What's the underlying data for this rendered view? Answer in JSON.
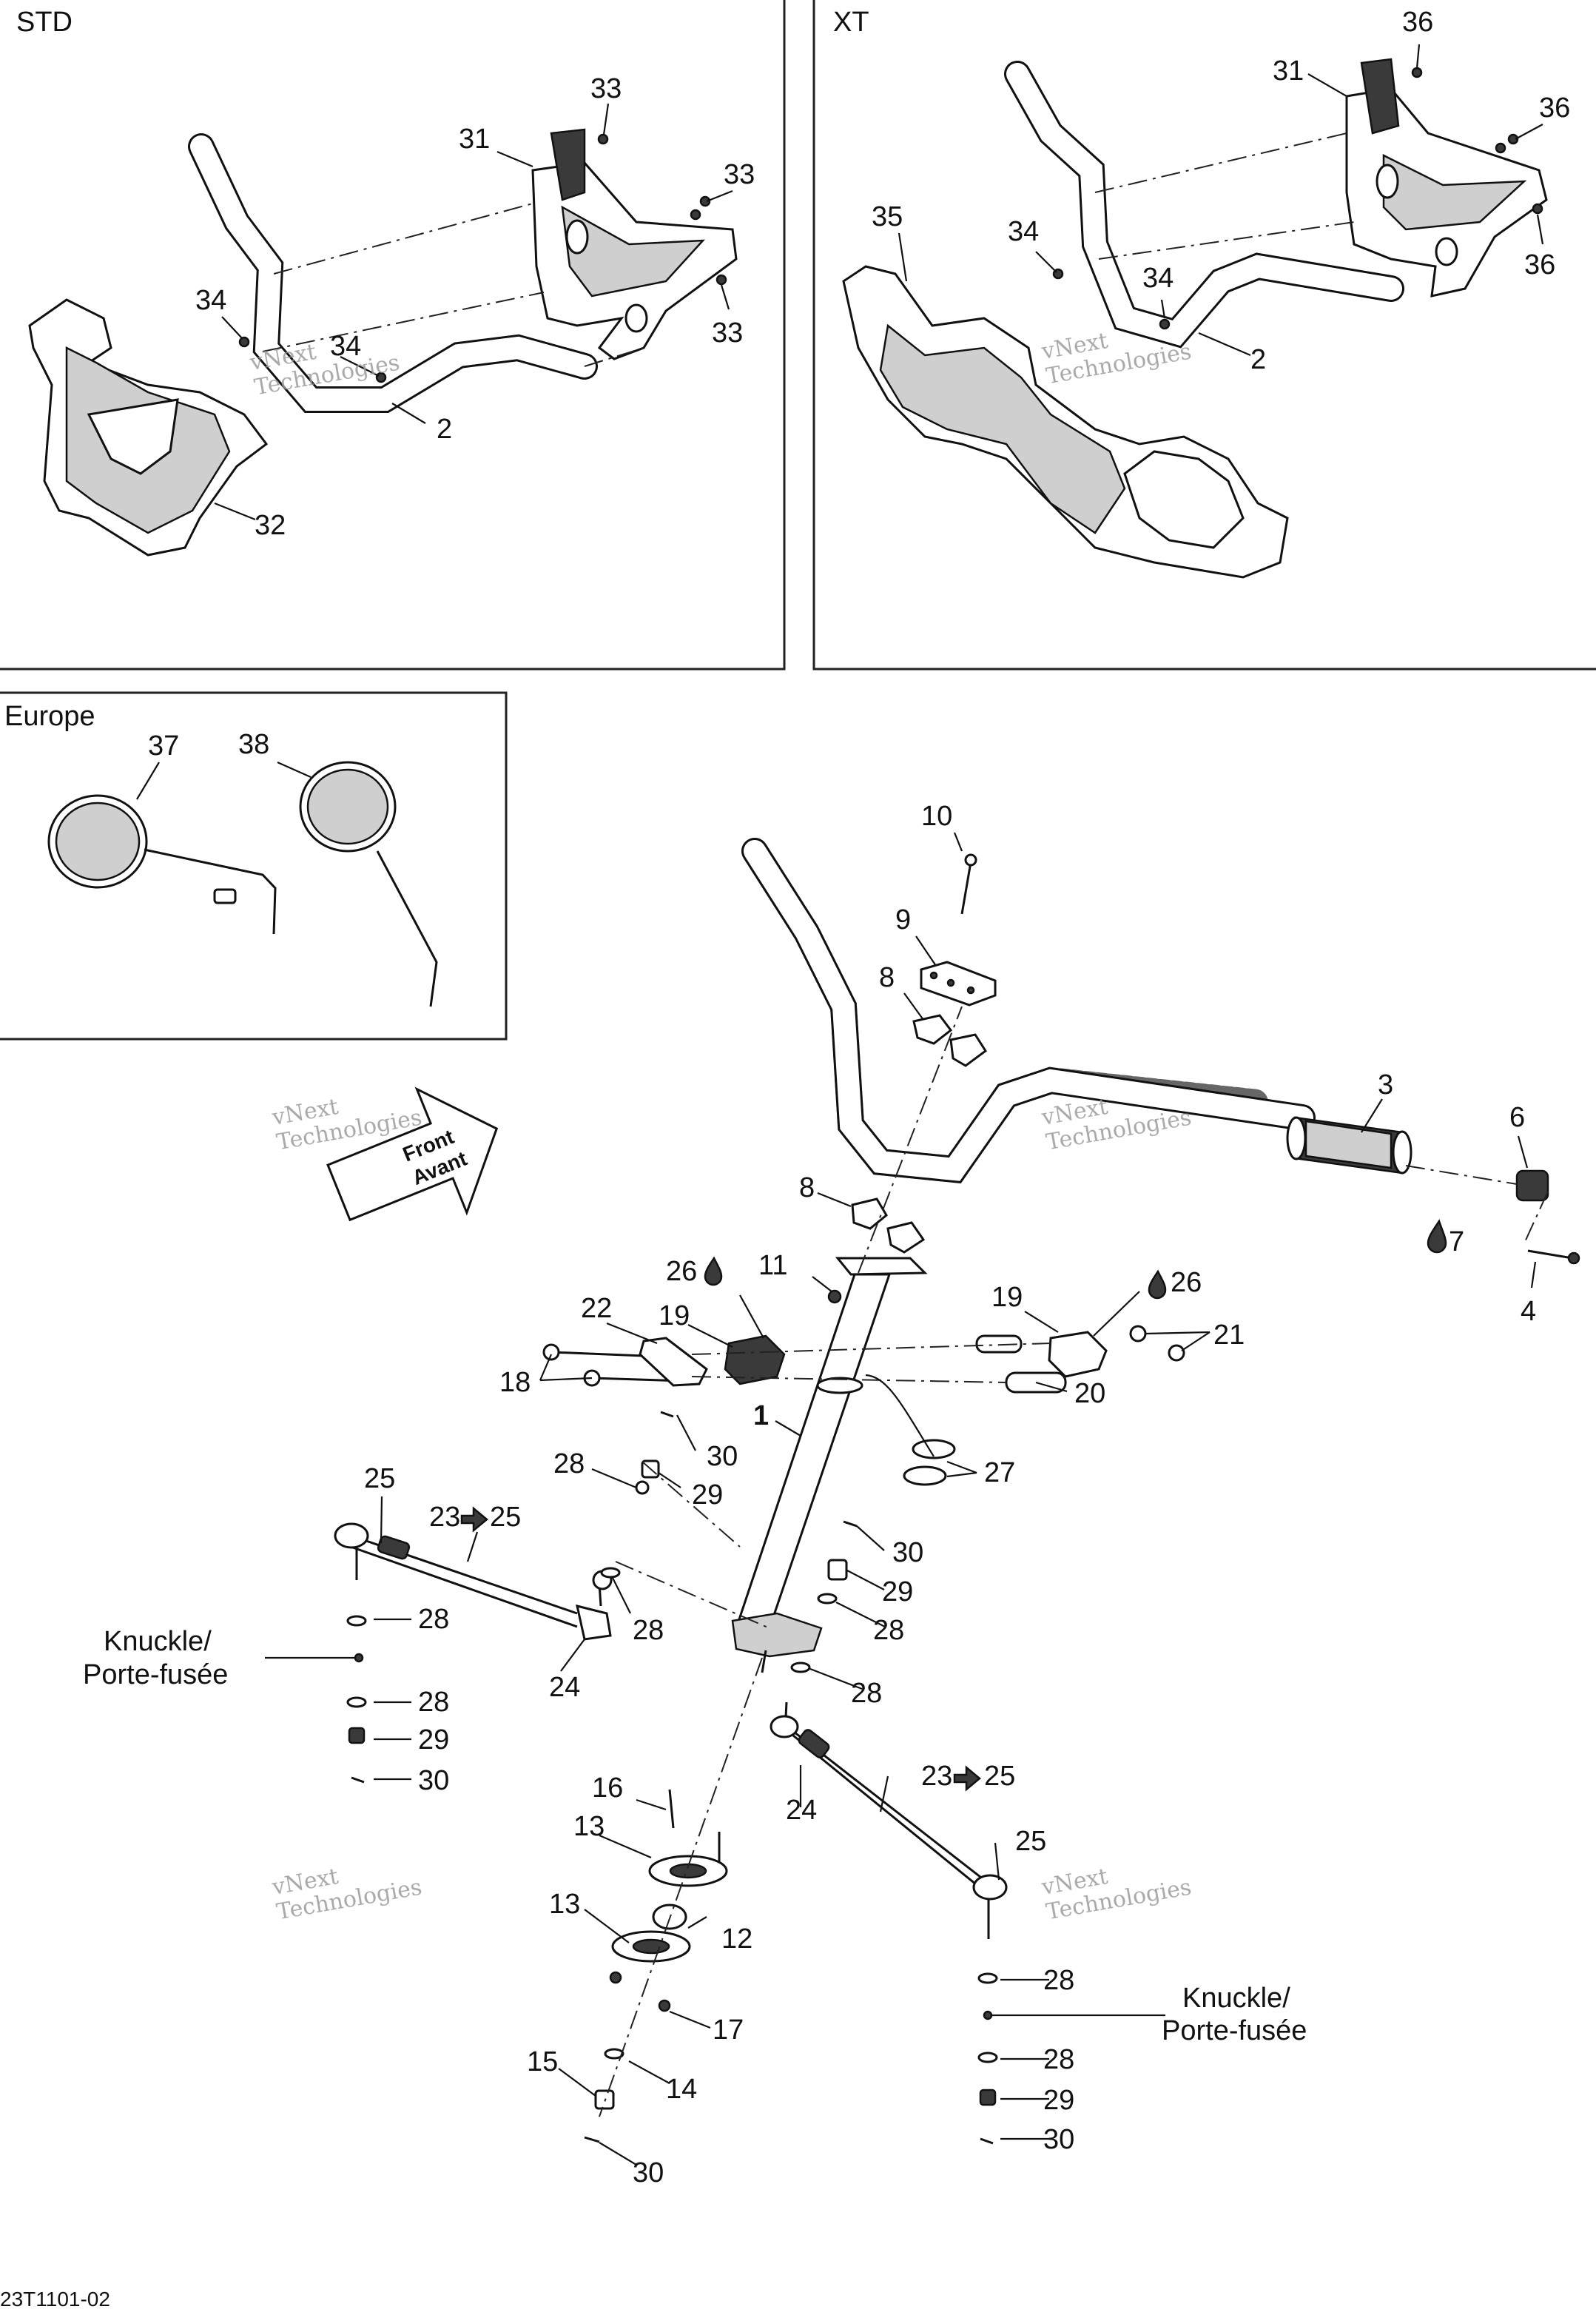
{
  "panels": {
    "std": {
      "label": "STD"
    },
    "xt": {
      "label": "XT"
    },
    "europe": {
      "label": "Europe"
    }
  },
  "front_arrow": {
    "line1": "Front",
    "line2": "Avant"
  },
  "knuckle_label": {
    "line1": "Knuckle/",
    "line2": "Porte-fusée"
  },
  "watermark": {
    "line1": "vNext",
    "line2": "Technologies"
  },
  "drawing_code": "23T1101-02",
  "callouts": {
    "std_33a": "33",
    "std_31": "31",
    "std_33b": "33",
    "std_33c": "33",
    "std_34a": "34",
    "std_34b": "34",
    "std_2": "2",
    "std_32": "32",
    "xt_36a": "36",
    "xt_31": "31",
    "xt_36b": "36",
    "xt_36c": "36",
    "xt_35": "35",
    "xt_34a": "34",
    "xt_34b": "34",
    "xt_2": "2",
    "eu_37": "37",
    "eu_38": "38",
    "m10": "10",
    "m9": "9",
    "m8a": "8",
    "m3": "3",
    "m6": "6",
    "m7": "7",
    "m4": "4",
    "m8b": "8",
    "m26a": "26",
    "m11": "11",
    "m26b": "26",
    "m22": "22",
    "m19a": "19",
    "m19b": "19",
    "m21": "21",
    "m18": "18",
    "m20": "20",
    "m1": "1",
    "m27": "27",
    "m30a": "30",
    "m28a": "28",
    "m29a": "29",
    "m25a": "25",
    "m23a": "23",
    "m25ref_a": "25",
    "m30b": "30",
    "m29b": "29",
    "m28b": "28",
    "m28c": "28",
    "m28d": "28",
    "m24a": "24",
    "m28e": "28",
    "m28f": "28",
    "m29c": "29",
    "m30c": "30",
    "m16": "16",
    "m13a": "13",
    "m13b": "13",
    "m12": "12",
    "m17": "17",
    "m15": "15",
    "m14": "14",
    "m30d": "30",
    "m23b": "23",
    "m25ref_b": "25",
    "m24b": "24",
    "m25b": "25",
    "m28g": "28",
    "m28h": "28",
    "m29d": "29",
    "m30e": "30"
  },
  "icons": {
    "oil_drop": "oil-drop-icon",
    "arrow_right": "arrow-right-icon"
  }
}
